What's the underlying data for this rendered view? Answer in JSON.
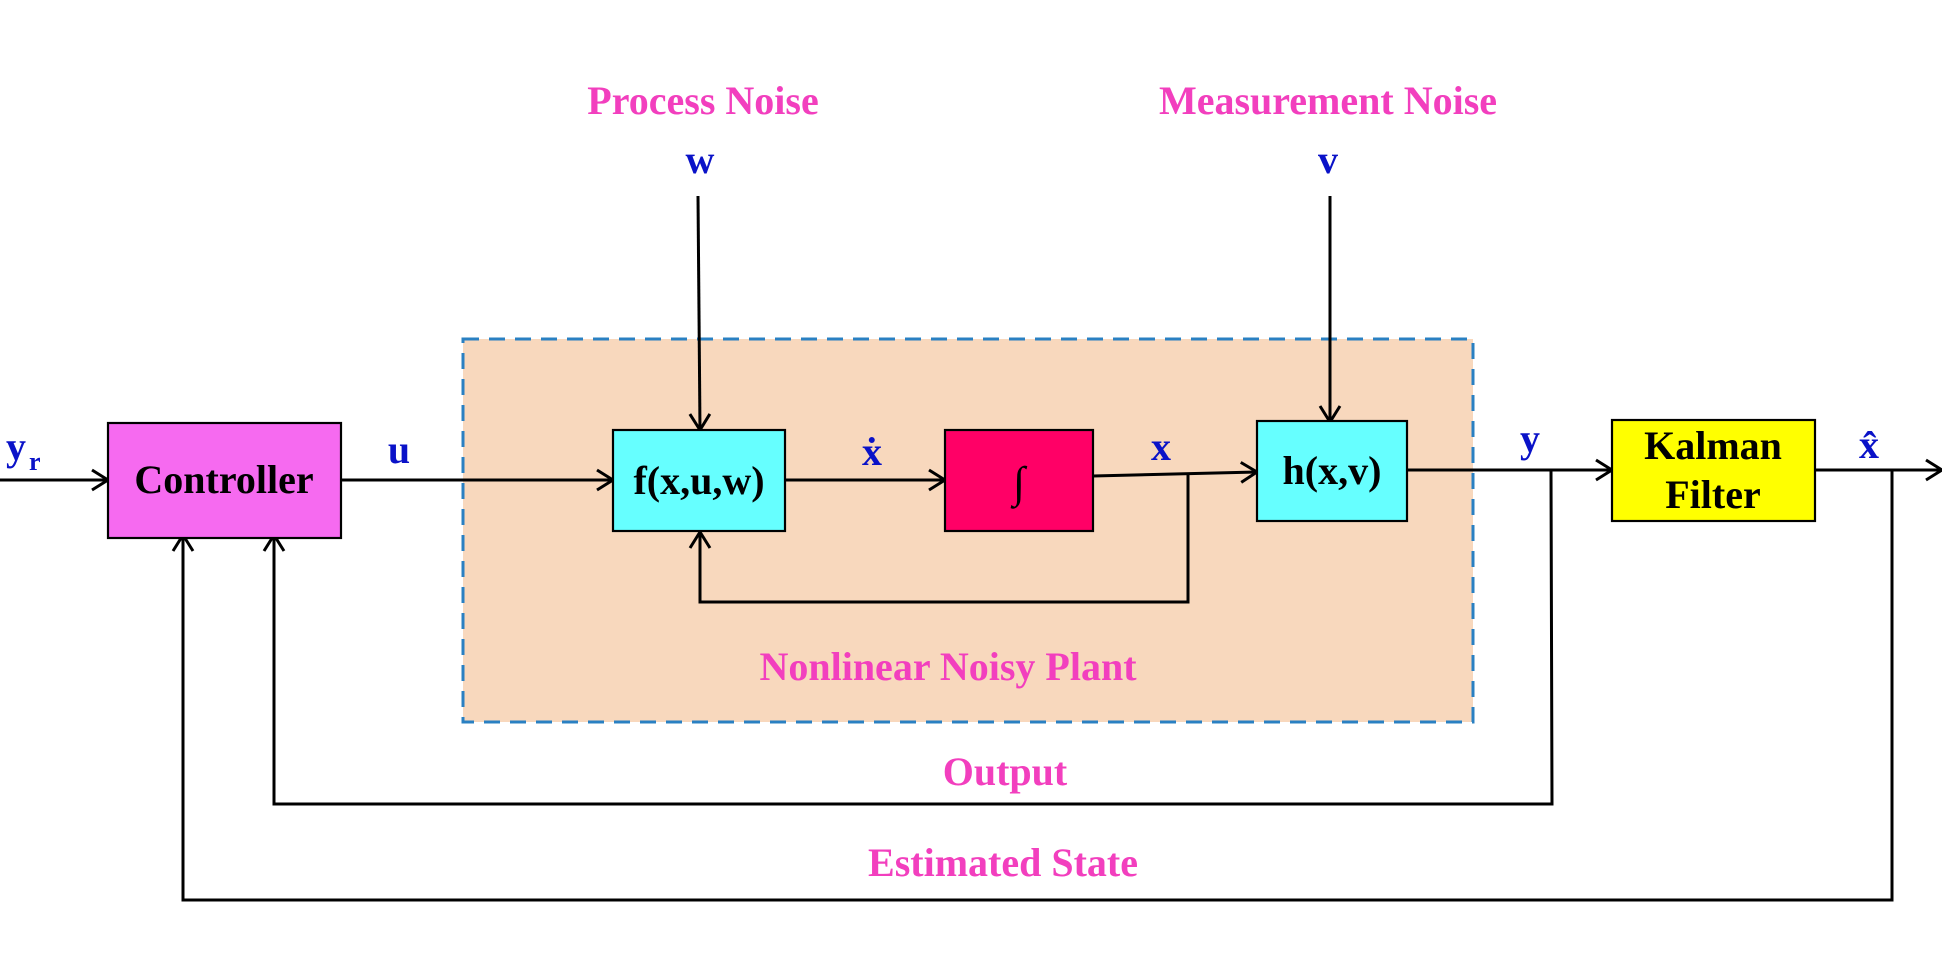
{
  "captions": {
    "process_noise": "Process Noise",
    "measurement_noise": "Measurement Noise",
    "plant": "Nonlinear Noisy Plant",
    "output": "Output",
    "estimated_state": "Estimated State"
  },
  "blocks": {
    "controller": "Controller",
    "f": "f(x,u,w)",
    "integrator": "∫",
    "h": "h(x,v)",
    "kalman_line1": "Kalman",
    "kalman_line2": "Filter"
  },
  "signals": {
    "yr_main": "y",
    "yr_sub": "r",
    "u": "u",
    "w": "w",
    "v": "v",
    "xdot": "ẋ",
    "x": "x",
    "y": "y",
    "xhat": "x̂"
  },
  "colors": {
    "controller": "#f66af0",
    "f_block": "#66ffff",
    "integrator": "#ff0066",
    "h_block": "#66ffff",
    "kalman": "#ffff00",
    "plant_bg": "#f8d8bd",
    "plant_border": "#2a80c2",
    "signal_text": "#0a12c8",
    "caption_text": "#f23fbe"
  }
}
